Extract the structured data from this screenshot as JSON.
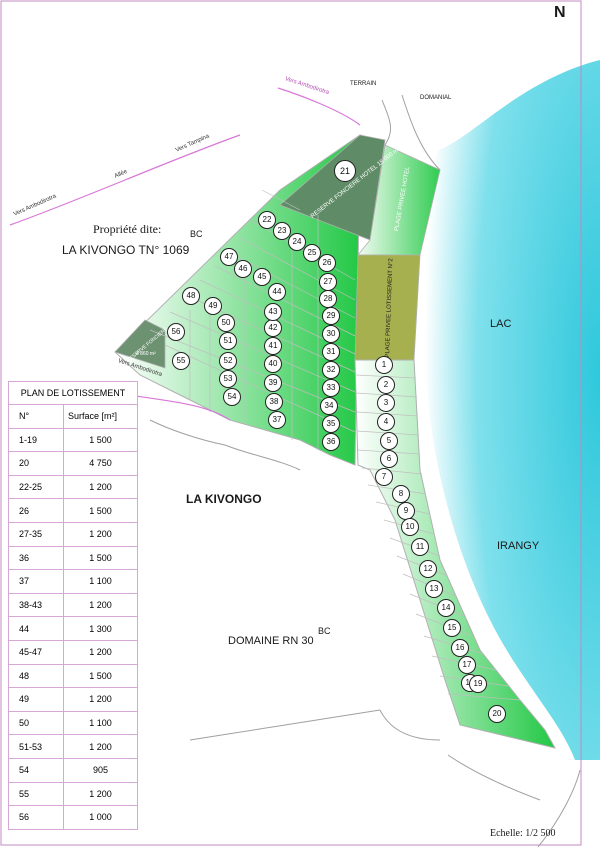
{
  "north_label": "N",
  "property": {
    "line1": "Propriété dite:",
    "line2": "LA KIVONGO TN° 1069",
    "bc": "BC"
  },
  "place_labels": {
    "kivongo": "LA KIVONGO",
    "domaine": "DOMAINE RN 30",
    "domaine_bc": "BC",
    "lac": "LAC",
    "irangy": "IRANGY",
    "terrain": "TERRAIN",
    "domanial": "DOMANIAL"
  },
  "roads": {
    "vers_ambodirotra_top": "Vers Ambodirotra",
    "vers_ambodirotra_left": "Vers Ambodirotra",
    "allee": "Allée",
    "vers_tampina": "Vers Tampina",
    "vers_ambodirotra_bottom": "Vers Ambodirotra"
  },
  "zones": {
    "reserve_hotel": "RESERVE FONCIERE HOTEL 15 000 m²",
    "plage_hotel": "PLAGE PRIVEE HOTEL",
    "plage_lotissement": "PLAGE PRIVEE LOTISSEMENT N°2",
    "reserve_left": "RESERVE FONCIERE",
    "reserve_left_area": "4 860 m²"
  },
  "scale": "Echelle: 1/2 500",
  "legend": {
    "title": "PLAN DE LOTISSEMENT",
    "col_no": "N°",
    "col_surface": "Surface [m²]",
    "rows": [
      {
        "no": "1-19",
        "surface": "1 500"
      },
      {
        "no": "20",
        "surface": "4 750"
      },
      {
        "no": "22-25",
        "surface": "1 200"
      },
      {
        "no": "26",
        "surface": "1 500"
      },
      {
        "no": "27-35",
        "surface": "1 200"
      },
      {
        "no": "36",
        "surface": "1 500"
      },
      {
        "no": "37",
        "surface": "1 100"
      },
      {
        "no": "38-43",
        "surface": "1 200"
      },
      {
        "no": "44",
        "surface": "1 300"
      },
      {
        "no": "45-47",
        "surface": "1 200"
      },
      {
        "no": "48",
        "surface": "1 500"
      },
      {
        "no": "49",
        "surface": "1 200"
      },
      {
        "no": "50",
        "surface": "1 100"
      },
      {
        "no": "51-53",
        "surface": "1 200"
      },
      {
        "no": "54",
        "surface": "905"
      },
      {
        "no": "55",
        "surface": "1 200"
      },
      {
        "no": "56",
        "surface": "1 000"
      }
    ]
  },
  "lots": [
    "1",
    "2",
    "3",
    "4",
    "5",
    "6",
    "7",
    "8",
    "9",
    "10",
    "11",
    "12",
    "13",
    "14",
    "15",
    "16",
    "17",
    "18",
    "19",
    "20",
    "21",
    "22",
    "23",
    "24",
    "25",
    "26",
    "27",
    "28",
    "29",
    "30",
    "31",
    "32",
    "33",
    "34",
    "35",
    "36",
    "37",
    "38",
    "39",
    "40",
    "41",
    "42",
    "43",
    "44",
    "45",
    "46",
    "47",
    "48",
    "49",
    "50",
    "51",
    "52",
    "53",
    "54",
    "55",
    "56"
  ],
  "colors": {
    "lake": "#40d0e0",
    "green_dark": "#20c040",
    "green_light": "#e0f5e4",
    "reserve": "#5a8a60",
    "plage_olive": "#a8b050",
    "road_pink": "#d070d0"
  }
}
